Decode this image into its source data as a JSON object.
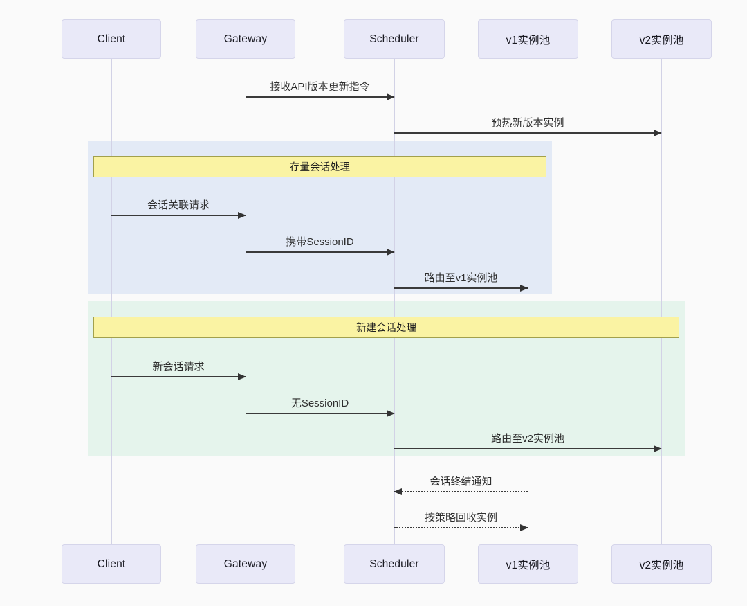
{
  "diagram": {
    "type": "sequence-diagram",
    "participants": [
      {
        "id": "client",
        "label": "Client"
      },
      {
        "id": "gateway",
        "label": "Gateway"
      },
      {
        "id": "scheduler",
        "label": "Scheduler"
      },
      {
        "id": "v1-pool",
        "label": "v1实例池"
      },
      {
        "id": "v2-pool",
        "label": "v2实例池"
      }
    ],
    "groups": [
      {
        "id": "existing-session",
        "label": "存量会话处理"
      },
      {
        "id": "new-session",
        "label": "新建会话处理"
      }
    ],
    "messages": [
      {
        "from": "Gateway",
        "to": "Scheduler",
        "label": "接收API版本更新指令",
        "style": "solid"
      },
      {
        "from": "Scheduler",
        "to": "v2实例池",
        "label": "预热新版本实例",
        "style": "solid"
      },
      {
        "from": "Client",
        "to": "Gateway",
        "label": "会话关联请求",
        "style": "solid",
        "group": "存量会话处理"
      },
      {
        "from": "Gateway",
        "to": "Scheduler",
        "label": "携带SessionID",
        "style": "solid",
        "group": "存量会话处理"
      },
      {
        "from": "Scheduler",
        "to": "v1实例池",
        "label": "路由至v1实例池",
        "style": "solid",
        "group": "存量会话处理"
      },
      {
        "from": "Client",
        "to": "Gateway",
        "label": "新会话请求",
        "style": "solid",
        "group": "新建会话处理"
      },
      {
        "from": "Gateway",
        "to": "Scheduler",
        "label": "无SessionID",
        "style": "solid",
        "group": "新建会话处理"
      },
      {
        "from": "Scheduler",
        "to": "v2实例池",
        "label": "路由至v2实例池",
        "style": "solid",
        "group": "新建会话处理"
      },
      {
        "from": "v1实例池",
        "to": "Scheduler",
        "label": "会话终结通知",
        "style": "dashed"
      },
      {
        "from": "Scheduler",
        "to": "v1实例池",
        "label": "按策略回收实例",
        "style": "dashed"
      }
    ],
    "colors": {
      "background": "#fafafa",
      "participant_fill": "#e9e9f8",
      "participant_border": "#d5d5ea",
      "lifeline": "#d2d2e6",
      "arrow": "#3a3a3a",
      "group_existing_fill": "#e3eaf6",
      "group_new_fill": "#e5f4ec",
      "group_label_fill": "#faf3a3",
      "group_label_border": "#a2a04c",
      "text": "#2e2e2e"
    }
  }
}
